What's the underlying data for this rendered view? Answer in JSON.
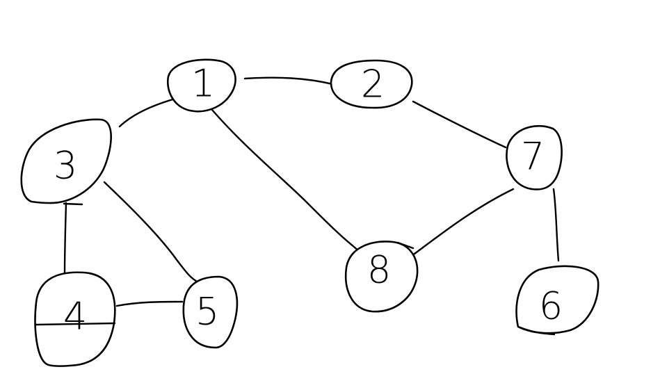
{
  "graph": {
    "nodes": [
      {
        "id": "1",
        "label": "1"
      },
      {
        "id": "2",
        "label": "2"
      },
      {
        "id": "3",
        "label": "3"
      },
      {
        "id": "4",
        "label": "4"
      },
      {
        "id": "5",
        "label": "5"
      },
      {
        "id": "6",
        "label": "6"
      },
      {
        "id": "7",
        "label": "7"
      },
      {
        "id": "8",
        "label": "8"
      }
    ],
    "edges": [
      {
        "from": "1",
        "to": "2"
      },
      {
        "from": "1",
        "to": "3"
      },
      {
        "from": "1",
        "to": "8"
      },
      {
        "from": "2",
        "to": "7"
      },
      {
        "from": "3",
        "to": "4"
      },
      {
        "from": "3",
        "to": "5"
      },
      {
        "from": "4",
        "to": "5"
      },
      {
        "from": "7",
        "to": "8"
      },
      {
        "from": "7",
        "to": "6"
      }
    ]
  },
  "colors": {
    "stroke": "#000000",
    "background": "#ffffff"
  }
}
